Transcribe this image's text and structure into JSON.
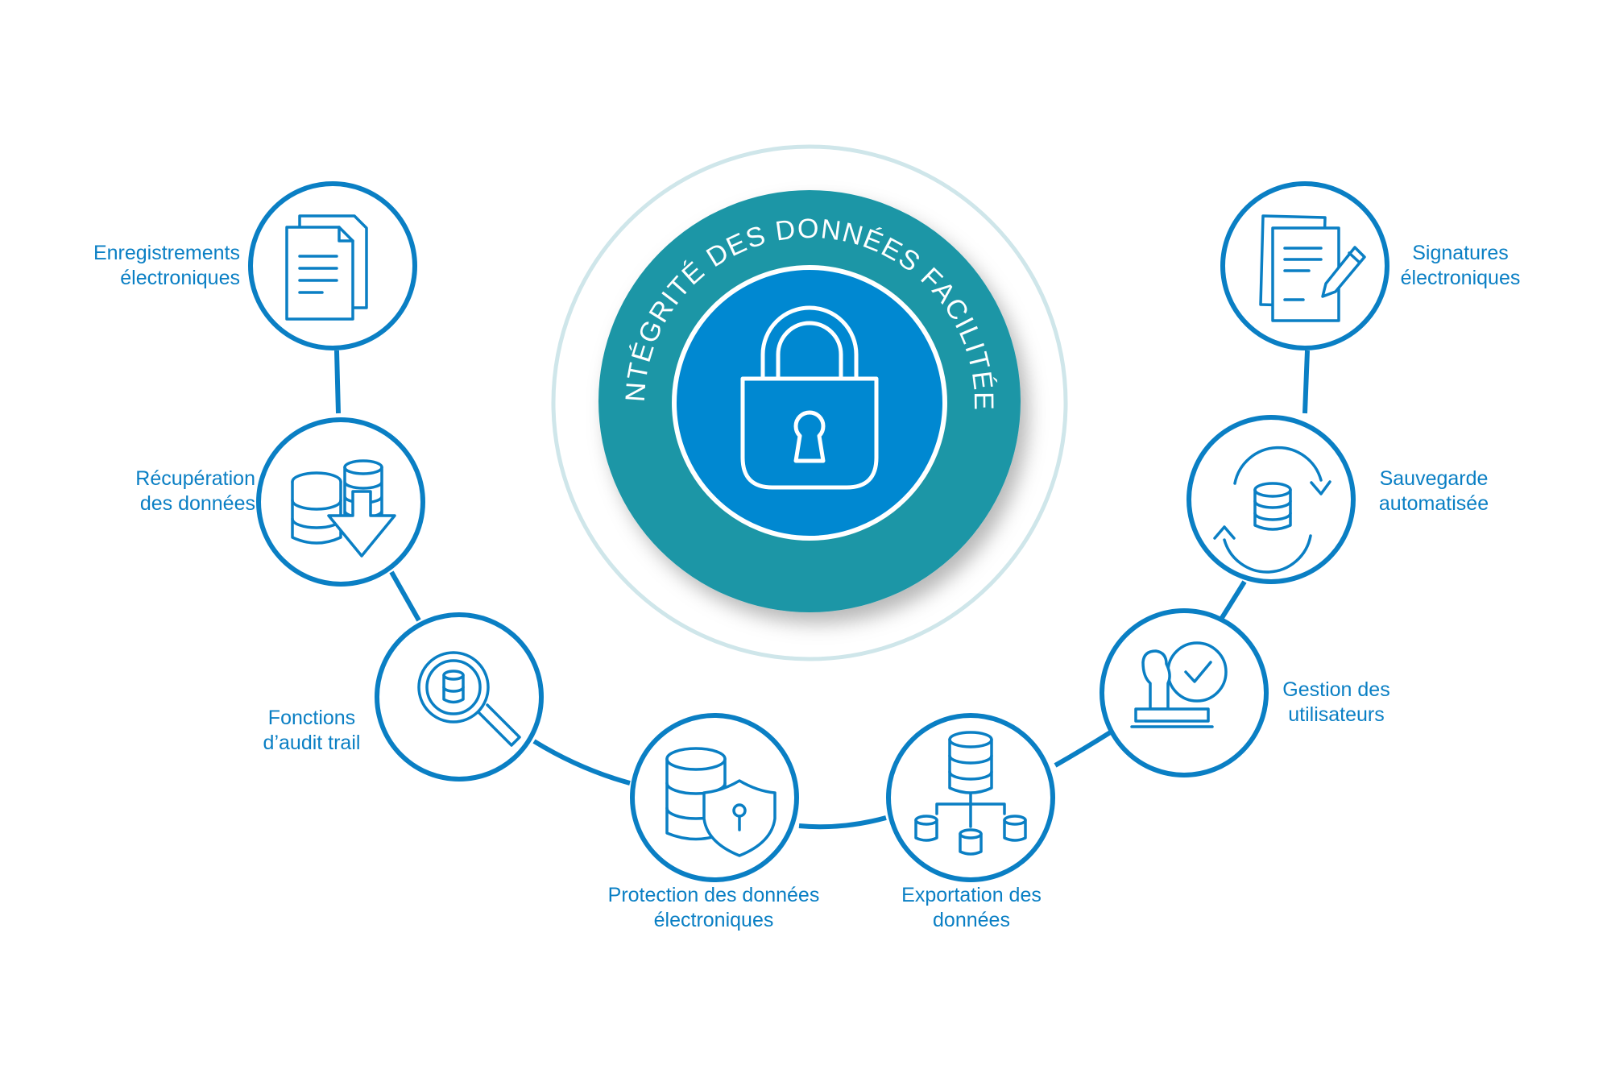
{
  "colors": {
    "line": "#0a7fc4",
    "text": "#0a7fc4",
    "teal": "#1a96a6",
    "core": "#0088d1",
    "halo": "#cfe6ea"
  },
  "center": {
    "title": "INTÉGRITÉ DES DONNÉES FACILITÉE",
    "icon": "padlock-icon"
  },
  "features": [
    {
      "id": "enregistrements",
      "icon": "documents-icon",
      "lines": [
        "Enregistrements",
        "électroniques"
      ]
    },
    {
      "id": "recuperation",
      "icon": "database-download-icon",
      "lines": [
        "Récupération",
        "des données"
      ]
    },
    {
      "id": "audit",
      "icon": "database-search-icon",
      "lines": [
        "Fonctions",
        "d’audit trail"
      ]
    },
    {
      "id": "protection",
      "icon": "database-shield-icon",
      "lines": [
        "Protection des données",
        "électroniques"
      ]
    },
    {
      "id": "exportation",
      "icon": "database-network-icon",
      "lines": [
        "Exportation des",
        "données"
      ]
    },
    {
      "id": "gestion",
      "icon": "user-check-icon",
      "lines": [
        "Gestion des",
        "utilisateurs"
      ]
    },
    {
      "id": "sauvegarde",
      "icon": "database-sync-icon",
      "lines": [
        "Sauvegarde",
        "automatisée"
      ]
    },
    {
      "id": "signatures",
      "icon": "signature-document-icon",
      "lines": [
        "Signatures",
        "électroniques"
      ]
    }
  ]
}
